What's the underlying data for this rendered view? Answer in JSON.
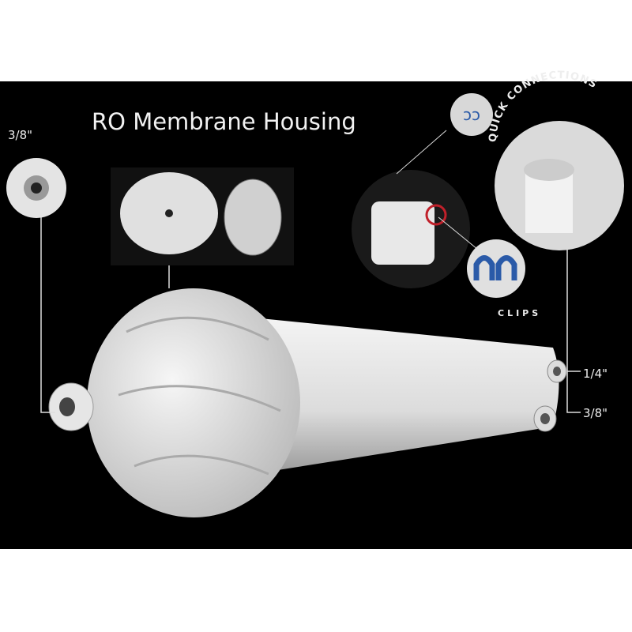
{
  "title": "RO Membrane Housing",
  "labels": {
    "inlet_size": "3/8\"",
    "outlet_top_size": "1/4\"",
    "outlet_bottom_size": "3/8\"",
    "clips": "CLIPS",
    "quick_connections": "QUICK CONNECTIONS"
  },
  "colors": {
    "background": "#000000",
    "housing": "#e8e8e8",
    "clip_blue": "#2a5aa8",
    "ring_red": "#c0202a"
  }
}
